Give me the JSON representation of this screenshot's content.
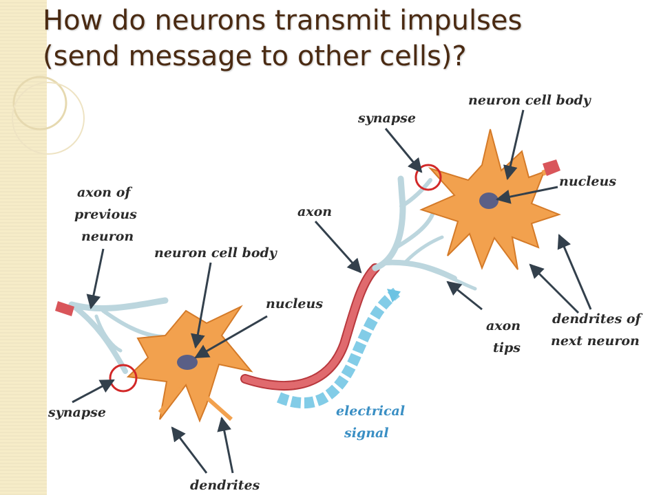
{
  "slide": {
    "title_line1": "How do neurons transmit impulses",
    "title_line2": "(send message to other cells)?"
  },
  "labels": {
    "neuron_cell_body_right": "neuron cell body",
    "synapse_top": "synapse",
    "nucleus_right": "nucleus",
    "axon_of_previous_neuron": [
      "axon of",
      "previous",
      "neuron"
    ],
    "axon": "axon",
    "neuron_cell_body_left": "neuron cell body",
    "nucleus_left": "nucleus",
    "synapse_bottom": "synapse",
    "dendrites": "dendrites",
    "electrical_signal": [
      "electrical",
      "signal"
    ],
    "axon_tips": [
      "axon",
      "tips"
    ],
    "dendrites_of_next_neuron": [
      "dendrites of",
      "next neuron"
    ]
  },
  "colors": {
    "cell_body": "#f2a14e",
    "cell_outline": "#d47a28",
    "nucleus": "#5a5f86",
    "axon": "#d9555a",
    "axon_tips": "#bcd6de",
    "signal": "#6cc3e3",
    "synapse_circle": "#d22828",
    "arrow": "#33404c",
    "title": "#4a2a12"
  }
}
